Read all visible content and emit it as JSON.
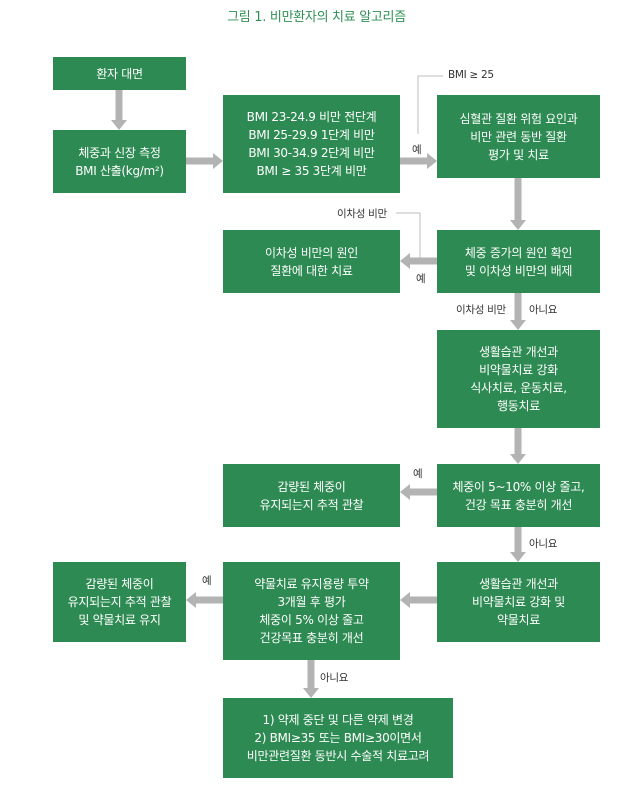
{
  "title": "그림 1. 비만환자의 치료 알고리즘",
  "colors": {
    "box": "#2d8a52",
    "arrow": "#b3b3b3",
    "title": "#2f8f55"
  },
  "boxes": {
    "patient": [
      "환자 대면"
    ],
    "measure": [
      "체중과 신장 측정",
      "BMI 산출(kg/m²)"
    ],
    "bmi_class": [
      "BMI 23-24.9 비만 전단계",
      "BMI 25-29.9 1단계 비만",
      "BMI 30-34.9 2단계 비만",
      "BMI ≥ 35 3단계 비만"
    ],
    "cv_risk": [
      "심혈관 질환 위험 요인과",
      "비만 관련 동반 질환",
      "평가 및 치료"
    ],
    "secondary_tx": [
      "이차성 비만의 원인",
      "질환에 대한 치료"
    ],
    "cause_check": [
      "체중 증가의 원인 확인",
      "및 이차성 비만의 배제"
    ],
    "lifestyle": [
      "생활습관 개선과",
      "비약물치료 강화",
      "식사치료, 운동치료,",
      "행동치료"
    ],
    "follow_up1": [
      "감량된 체중이",
      "유지되는지 추적 관찰"
    ],
    "wt_loss_check": [
      "체중이 5~10% 이상 줄고,",
      "건강 목표 충분히 개선"
    ],
    "follow_up2": [
      "감량된 체중이",
      "유지되는지 추적 관찰",
      "및 약물치료 유지"
    ],
    "drug_eval": [
      "약물치료 유지용량 투약",
      "3개월 후 평가",
      "체중이 5% 이상 줄고",
      "건강목표 충분히 개선"
    ],
    "lifestyle_drug": [
      "생활습관 개선과",
      "비약물치료 강화 및",
      "약물치료"
    ],
    "final": [
      "1) 약제 중단 및 다른 약제 변경",
      "2) BMI≥35 또는 BMI≥30이면서",
      "비만관련질환 동반시 수술적 치료고려"
    ]
  },
  "labels": {
    "bmi25": "BMI ≥ 25",
    "yes1": "예",
    "secondary_obesity1": "이차성 비만",
    "yes2": "예",
    "secondary_obesity2": "이차성 비만",
    "no1": "아니요",
    "yes3": "예",
    "no2": "아니요",
    "yes4": "예",
    "no3": "아니요"
  }
}
